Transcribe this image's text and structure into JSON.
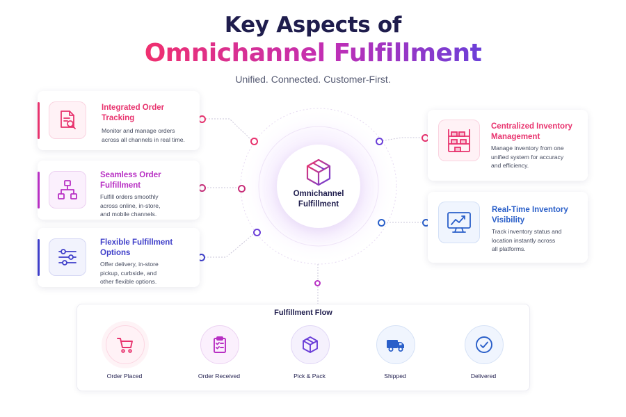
{
  "header": {
    "title_line1": "Key Aspects of",
    "title_line2": "Omnichannel Fulfillment",
    "subtitle": "Unified. Connected. Customer-First."
  },
  "center": {
    "label_line1": "Omnichannel",
    "label_line2": "Fulfillment",
    "icon": "cube-icon"
  },
  "left_cards": [
    {
      "title_line1": "Integrated Order",
      "title_line2": "Tracking",
      "desc_lines": [
        "Monitor and manage orders",
        "across all channels in real time."
      ],
      "icon": "document-search-icon",
      "color": "#e8336e"
    },
    {
      "title_line1": "Seamless Order",
      "title_line2": "Fulfillment",
      "desc_lines": [
        "Fulfill orders smoothly",
        "across online, in-store,",
        "and mobile channels."
      ],
      "icon": "network-icon",
      "color": "#b830c4"
    },
    {
      "title_line1": "Flexible Fulfillment",
      "title_line2": "Options",
      "desc_lines": [
        "Offer delivery, in-store",
        "pickup, curbside, and",
        "other flexible options."
      ],
      "icon": "sliders-icon",
      "color": "#3f3fc9"
    }
  ],
  "right_cards": [
    {
      "title_line1": "Centralized Inventory",
      "title_line2": "Management",
      "desc_lines": [
        "Manage inventory from one",
        "unified system for accuracy",
        "and efficiency."
      ],
      "icon": "shelves-icon",
      "color": "#e8336e"
    },
    {
      "title_line1": "Real-Time Inventory",
      "title_line2": "Visibility",
      "desc_lines": [
        "Track inventory status and",
        "location instantly across",
        "all platforms."
      ],
      "icon": "monitor-chart-icon",
      "color": "#2a5fc9"
    }
  ],
  "flow": {
    "title": "Fulfillment Flow",
    "steps": [
      {
        "label": "Order Placed",
        "icon": "cart-icon",
        "color": "#e8336e"
      },
      {
        "label": "Order Received",
        "icon": "clipboard-check-icon",
        "color": "#b830c4"
      },
      {
        "label": "Pick & Pack",
        "icon": "box-icon",
        "color": "#6b3fd8"
      },
      {
        "label": "Shipped",
        "icon": "truck-icon",
        "color": "#2a5fc9"
      },
      {
        "label": "Delivered",
        "icon": "check-circle-icon",
        "color": "#2a5fc9"
      }
    ]
  },
  "colors": {
    "navy": "#1f1d4d",
    "pink": "#e8336e",
    "magenta": "#b830c4",
    "violet": "#6b3fd8",
    "indigo": "#3f3fc9",
    "blue": "#2a5fc9"
  }
}
